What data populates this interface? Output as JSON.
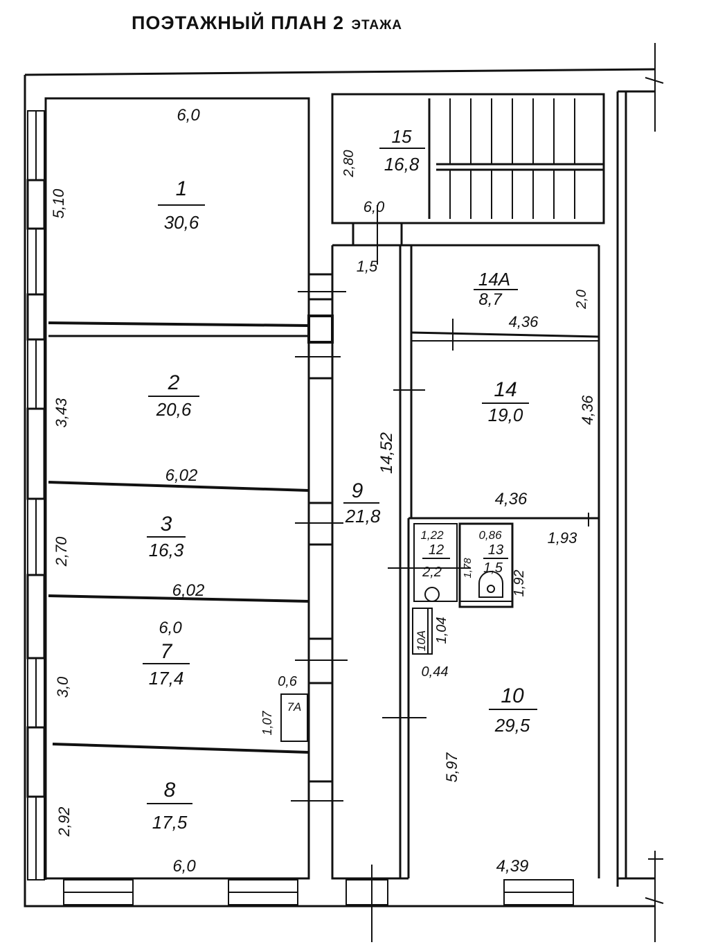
{
  "title": {
    "main": "ПОЭТАЖНЫЙ ПЛАН 2",
    "sub": "ЭТАЖА"
  },
  "rooms": [
    {
      "key": "r1",
      "number": "1",
      "area": "30,6"
    },
    {
      "key": "r2",
      "number": "2",
      "area": "20,6"
    },
    {
      "key": "r3",
      "number": "3",
      "area": "16,3"
    },
    {
      "key": "r7",
      "number": "7",
      "area": "17,4"
    },
    {
      "key": "r7a",
      "number": "7А",
      "area": ""
    },
    {
      "key": "r8",
      "number": "8",
      "area": "17,5"
    },
    {
      "key": "r9",
      "number": "9",
      "area": "21,8"
    },
    {
      "key": "r10",
      "number": "10",
      "area": "29,5"
    },
    {
      "key": "r10a",
      "number": "10А",
      "area": ""
    },
    {
      "key": "r12",
      "number": "12",
      "area": "2,2"
    },
    {
      "key": "r13",
      "number": "13",
      "area": "1,5"
    },
    {
      "key": "r14",
      "number": "14",
      "area": "19,0"
    },
    {
      "key": "r14a",
      "number": "14А",
      "area": "8,7"
    },
    {
      "key": "r15",
      "number": "15",
      "area": "16,8"
    }
  ],
  "dimensions": [
    {
      "key": "d1_w",
      "value": "6,0"
    },
    {
      "key": "d1_h",
      "value": "5,10"
    },
    {
      "key": "d2_h",
      "value": "3,43"
    },
    {
      "key": "d2_w",
      "value": "6,02"
    },
    {
      "key": "d3_h",
      "value": "2,70"
    },
    {
      "key": "d3_w",
      "value": "6,02"
    },
    {
      "key": "d7_w",
      "value": "6,0"
    },
    {
      "key": "d7_h",
      "value": "3,0"
    },
    {
      "key": "d7a_w",
      "value": "0,6"
    },
    {
      "key": "d7a_h",
      "value": "1,07"
    },
    {
      "key": "d8_h",
      "value": "2,92"
    },
    {
      "key": "d8_w",
      "value": "6,0"
    },
    {
      "key": "d15_h",
      "value": "2,80"
    },
    {
      "key": "d15_w",
      "value": "6,0"
    },
    {
      "key": "d9_w",
      "value": "1,5"
    },
    {
      "key": "d9_h",
      "value": "14,52"
    },
    {
      "key": "d14a_h",
      "value": "2,0"
    },
    {
      "key": "d14a_w",
      "value": "4,36"
    },
    {
      "key": "d14_h",
      "value": "4,36"
    },
    {
      "key": "d14_w",
      "value": "4,36"
    },
    {
      "key": "d12_w",
      "value": "1,22"
    },
    {
      "key": "d12_h",
      "value": "1,78"
    },
    {
      "key": "d13_w",
      "value": "0,86"
    },
    {
      "key": "d13_h",
      "value": "1,92"
    },
    {
      "key": "d10_w1",
      "value": "1,93"
    },
    {
      "key": "d10a_h",
      "value": "1,04"
    },
    {
      "key": "d10a_w",
      "value": "0,44"
    },
    {
      "key": "d10_h",
      "value": "5,97"
    },
    {
      "key": "d10_w",
      "value": "4,39"
    }
  ]
}
